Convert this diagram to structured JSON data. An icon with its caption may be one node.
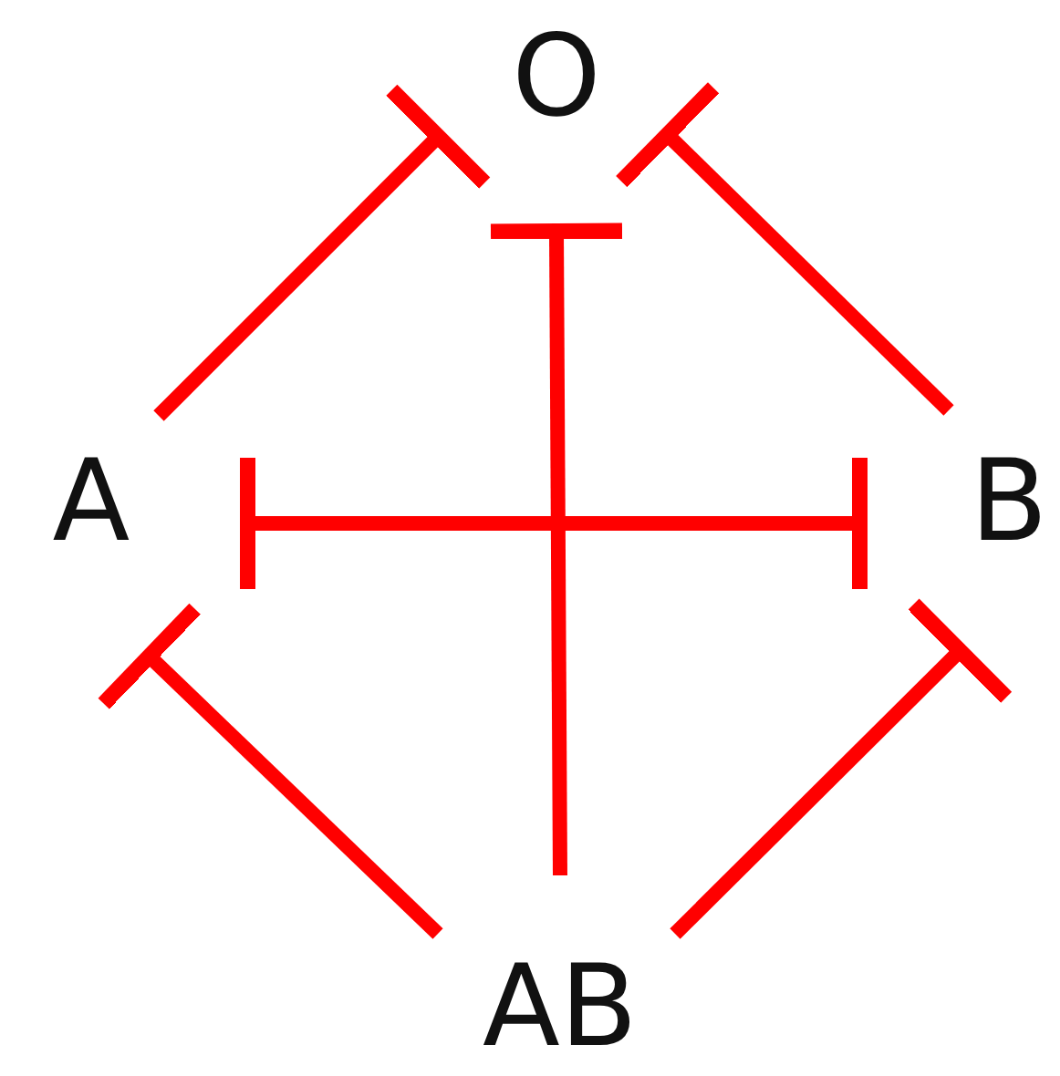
{
  "diagram": {
    "nodes": [
      {
        "text": [
          "O"
        ]
      },
      {
        "text": [
          "A"
        ]
      },
      {
        "text": [
          "B"
        ]
      },
      {
        "text": [
          "AB"
        ]
      }
    ],
    "edges": [
      {
        "from": 1,
        "to": 0,
        "arrow": "other"
      },
      {
        "from": 2,
        "to": 0,
        "arrow": "other"
      },
      {
        "from": 3,
        "to": 0,
        "arrow": "other"
      },
      {
        "from": 1,
        "to": 2,
        "arrow": "other"
      },
      {
        "from": 2,
        "to": 1,
        "arrow": "other"
      },
      {
        "from": 3,
        "to": 1,
        "arrow": "other"
      },
      {
        "from": 3,
        "to": 2,
        "arrow": "other"
      }
    ]
  }
}
